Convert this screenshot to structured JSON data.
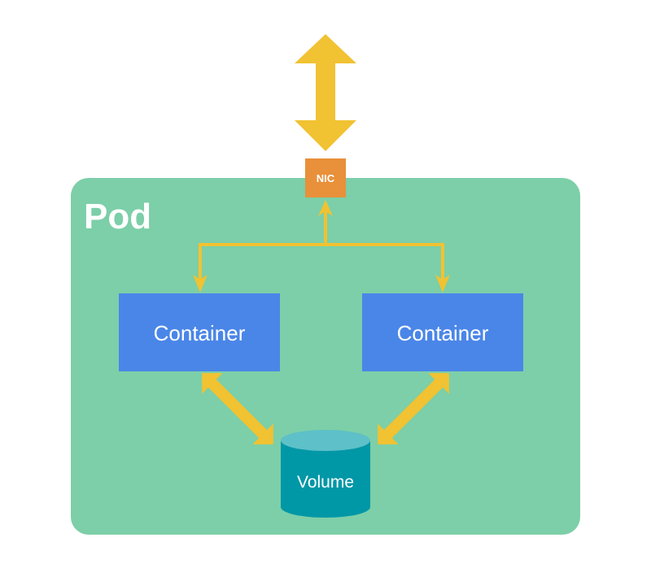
{
  "diagram": {
    "pod": {
      "label": "Pod",
      "color": "#7ccfa8"
    },
    "nic": {
      "label": "NIC",
      "color": "#e8903a"
    },
    "containers": [
      {
        "label": "Container",
        "color": "#4a86e8"
      },
      {
        "label": "Container",
        "color": "#4a86e8"
      }
    ],
    "volume": {
      "label": "Volume",
      "body_color": "#0097a7",
      "top_color": "#5ec0c8"
    },
    "arrow_color": "#f1c232",
    "text_color": "#ffffff"
  }
}
